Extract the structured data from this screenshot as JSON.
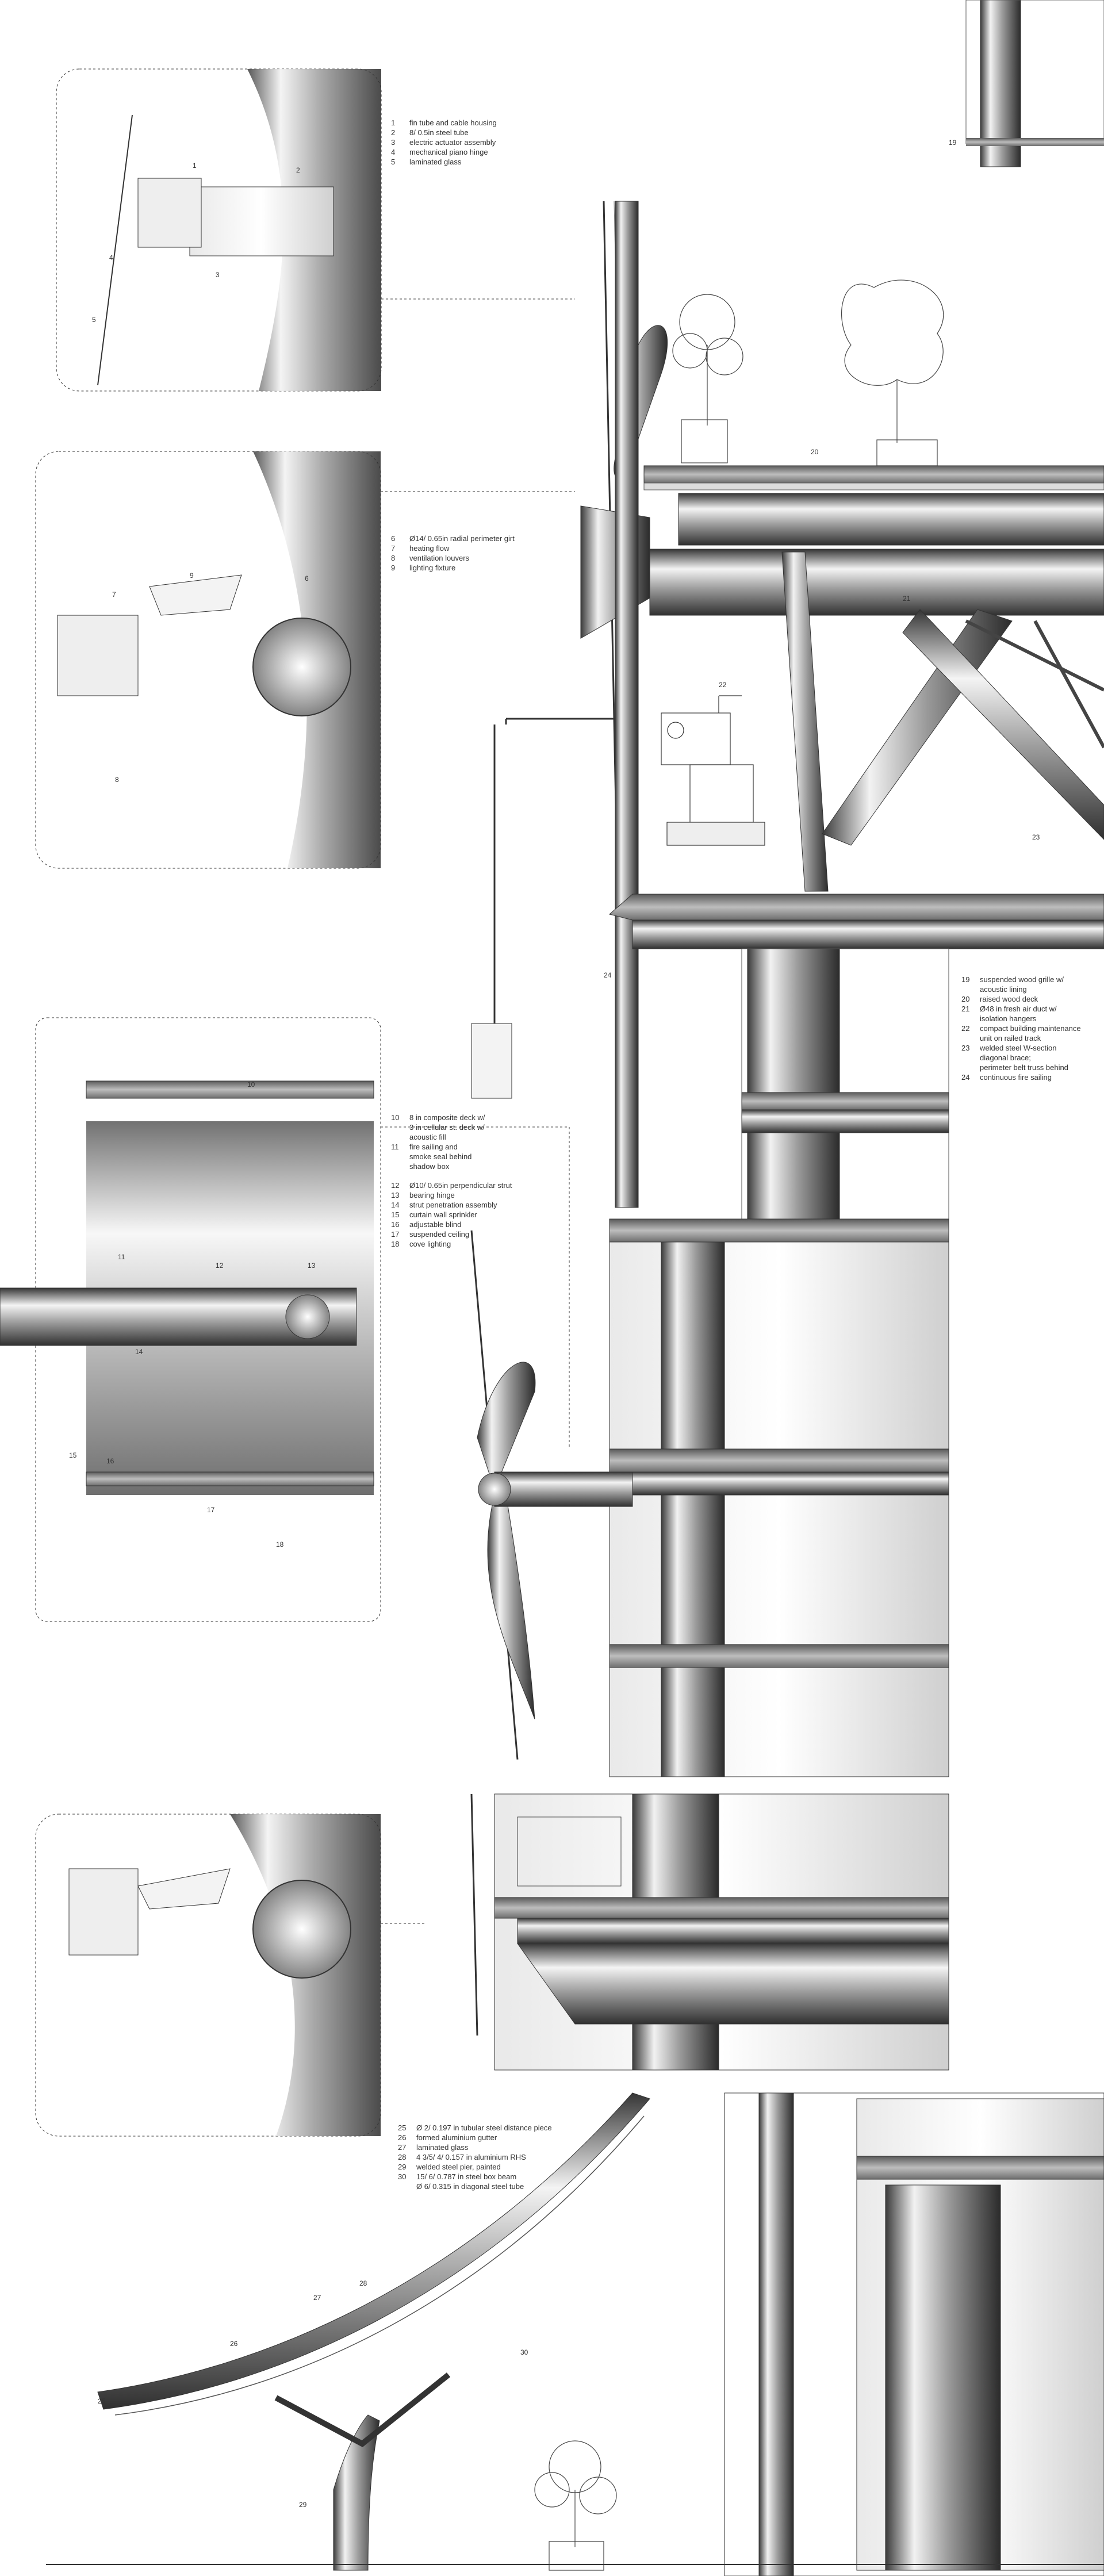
{
  "legends": [
    {
      "id": "legend-a",
      "items": [
        {
          "num": "1",
          "text": "fin tube and cable housing"
        },
        {
          "num": "2",
          "text": "8/ 0.5in steel tube"
        },
        {
          "num": "3",
          "text": "electric actuator assembly"
        },
        {
          "num": "4",
          "text": "mechanical piano hinge"
        },
        {
          "num": "5",
          "text": "laminated glass"
        }
      ]
    },
    {
      "id": "legend-b",
      "items": [
        {
          "num": "6",
          "text": "Ø14/ 0.65in radial perimeter girt"
        },
        {
          "num": "7",
          "text": "heating flow"
        },
        {
          "num": "8",
          "text": "ventilation louvers"
        },
        {
          "num": "9",
          "text": "lighting fixture"
        }
      ]
    },
    {
      "id": "legend-c",
      "items": [
        {
          "num": "10",
          "text": "8 in composite deck w/\n3 in cellular st. deck w/\nacoustic fill"
        },
        {
          "num": "11",
          "text": "fire sailing and\nsmoke seal behind\nshadow box"
        },
        {
          "num": "12",
          "text": "Ø10/ 0.65in perpendicular strut"
        },
        {
          "num": "13",
          "text": "bearing hinge"
        },
        {
          "num": "14",
          "text": "strut penetration assembly"
        },
        {
          "num": "15",
          "text": "curtain wall sprinkler"
        },
        {
          "num": "16",
          "text": "adjustable blind"
        },
        {
          "num": "17",
          "text": "suspended ceiling"
        },
        {
          "num": "18",
          "text": "cove lighting"
        }
      ]
    },
    {
      "id": "legend-d",
      "items": [
        {
          "num": "19",
          "text": "suspended wood grille w/\nacoustic lining"
        },
        {
          "num": "20",
          "text": "raised wood deck"
        },
        {
          "num": "21",
          "text": "Ø48 in fresh air duct w/\nisolation hangers"
        },
        {
          "num": "22",
          "text": "compact building maintenance\nunit on railed track"
        },
        {
          "num": "23",
          "text": "welded steel W-section\ndiagonal brace;\nperimeter belt truss behind"
        },
        {
          "num": "24",
          "text": "continuous fire sailing"
        }
      ]
    },
    {
      "id": "legend-e",
      "items": [
        {
          "num": "25",
          "text": "Ø 2/ 0.197 in tubular steel distance piece"
        },
        {
          "num": "26",
          "text": "formed aluminium gutter"
        },
        {
          "num": "27",
          "text": "laminated glass"
        },
        {
          "num": "28",
          "text": "4 3/5/ 4/ 0.157 in aluminium RHS"
        },
        {
          "num": "29",
          "text": "welded steel pier, painted"
        },
        {
          "num": "30",
          "text": "15/ 6/ 0.787 in steel box beam\nØ 6/ 0.315 in diagonal steel tube"
        }
      ]
    }
  ],
  "callouts": [
    "1",
    "2",
    "3",
    "4",
    "5",
    "6",
    "7",
    "8",
    "9",
    "10",
    "11",
    "12",
    "13",
    "14",
    "15",
    "16",
    "17",
    "18",
    "19",
    "20",
    "21",
    "22",
    "23",
    "24",
    "25",
    "26",
    "27",
    "28",
    "29",
    "30"
  ]
}
